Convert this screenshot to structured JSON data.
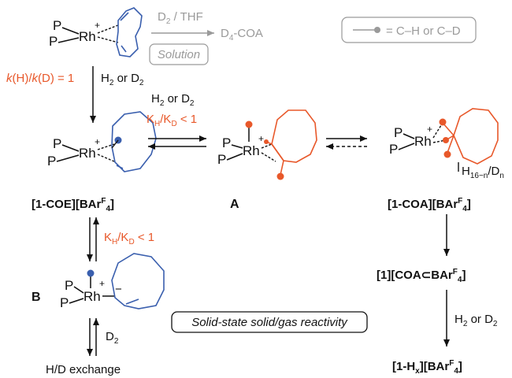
{
  "colors": {
    "blue": "#3a5fae",
    "red": "#e8582a",
    "gray": "#9a9a9a",
    "black": "#111111"
  },
  "legend": {
    "text": "= C–H or C–D"
  },
  "solution": {
    "reagent": "D",
    "reagent_sub": "2",
    "solvent": " / THF",
    "product_pre": "D",
    "product_sub": "4",
    "product_post": "-COA",
    "box_label": "Solution"
  },
  "kie_first": {
    "k1": "k",
    "h": "(H)/",
    "k2": "k",
    "d": "(D) = 1"
  },
  "h2_or_d2": {
    "pre": "H",
    "sub1": "2",
    "mid": " or D",
    "sub2": "2"
  },
  "kie": {
    "k": "K",
    "h": "H",
    "slash": "/K",
    "d": "D",
    "rest": " < 1"
  },
  "atoms": {
    "p": "P",
    "rh": "Rh",
    "plus": "+",
    "minus": "−"
  },
  "labels": {
    "coe_pre": "[1-COE][BAr",
    "coa_pre": "[1-COA][BAr",
    "sup_f": "F",
    "sub_4": "4",
    "close": "]",
    "A": "A",
    "B": "B",
    "h16": "H",
    "h16_sub": "16−n",
    "h16_mid": "/D",
    "h16_n": "n",
    "coa_bar_pre": "[1][COA",
    "subset": "⊂",
    "coa_bar_post": "BAr",
    "hx_pre": "[1-H",
    "hx_x": "x",
    "hx_mid": "][BAr",
    "solid_state": "Solid-state solid/gas reactivity",
    "d2": "D",
    "d2_sub": "2",
    "hd_exchange": "H/D exchange"
  }
}
